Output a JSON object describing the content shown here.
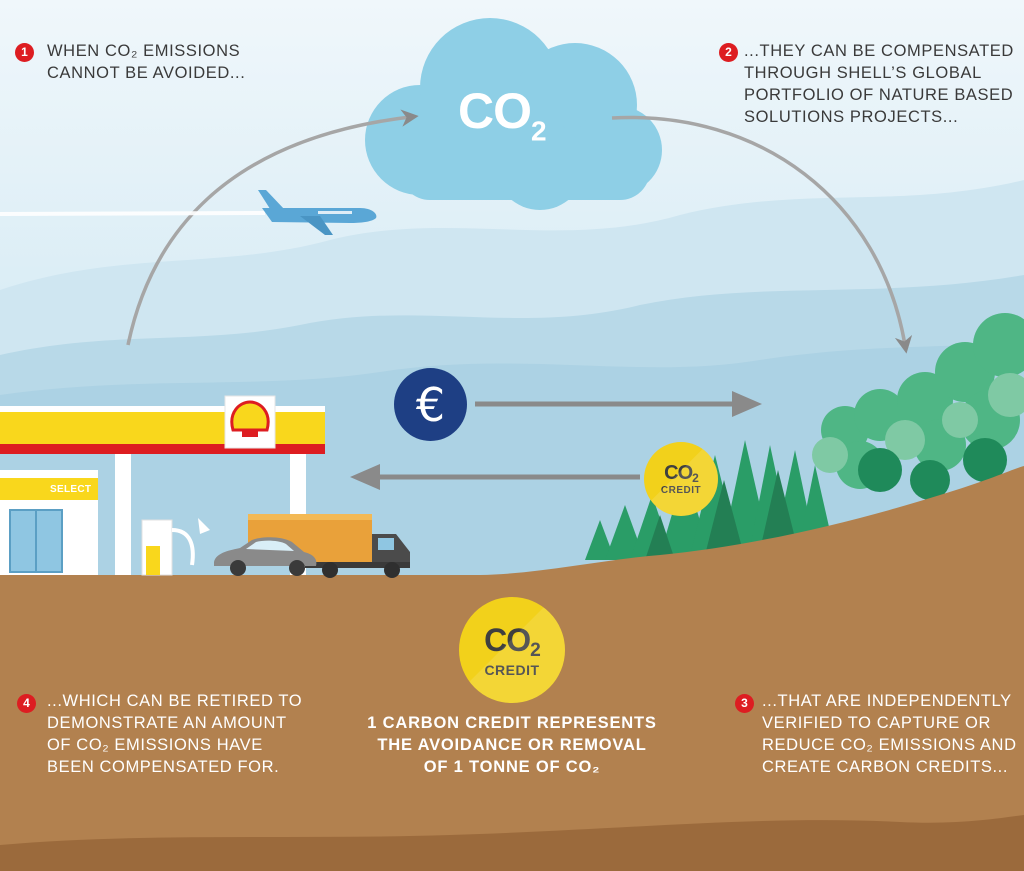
{
  "cloud": {
    "symbol": "CO",
    "subscript": "2",
    "icon": "co2-cloud-icon"
  },
  "steps": [
    {
      "number": "1",
      "lines": [
        "WHEN CO₂ EMISSIONS",
        "CANNOT BE AVOIDED..."
      ]
    },
    {
      "number": "2",
      "lines": [
        "...THEY CAN BE COMPENSATED",
        "THROUGH SHELL’S GLOBAL",
        "PORTFOLIO OF NATURE BASED",
        "SOLUTIONS PROJECTS..."
      ]
    },
    {
      "number": "3",
      "lines": [
        "...THAT ARE INDEPENDENTLY",
        "VERIFIED TO CAPTURE OR",
        "REDUCE CO₂ EMISSIONS AND",
        "CREATE CARBON CREDITS..."
      ]
    },
    {
      "number": "4",
      "lines": [
        "...WHICH CAN BE RETIRED TO",
        "DEMONSTRATE AN AMOUNT",
        "OF CO₂  EMISSIONS HAVE",
        "BEEN COMPENSATED FOR."
      ]
    }
  ],
  "center_statement": {
    "lines": [
      "1 CARBON CREDIT REPRESENTS",
      "THE AVOIDANCE OR REMOVAL",
      "OF 1 TONNE OF CO₂"
    ]
  },
  "credit_coin": {
    "symbol": "CO",
    "subscript": "2",
    "label": "CREDIT"
  },
  "euro_symbol": "€",
  "station_sign": "SELECT",
  "colors": {
    "shell_red": "#dd1d21",
    "shell_yellow": "#f9d71c",
    "euro_blue": "#1e3f84",
    "soil": "#b2814f",
    "forest": "#2e8b57",
    "sky": "#dbeef6",
    "cloud": "#8ecfe6"
  },
  "icons": [
    "airplane-icon",
    "shell-logo-icon",
    "car-icon",
    "truck-icon",
    "fuel-pump-icon",
    "euro-coin-icon",
    "co2-credit-coin-icon",
    "arrow-icon",
    "forest-icon"
  ]
}
